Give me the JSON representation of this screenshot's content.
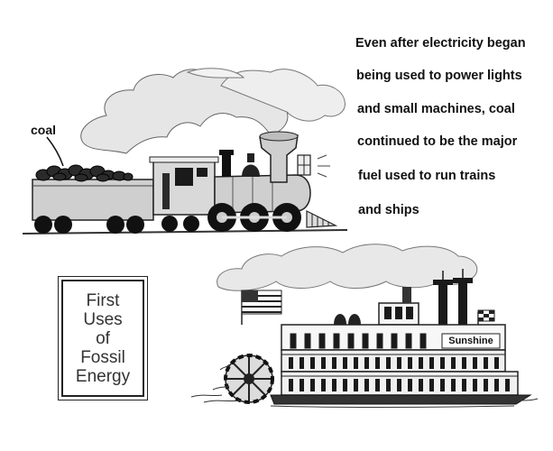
{
  "caption": {
    "lines": [
      "Even after electricity began",
      "being used to power lights",
      "and small machines, coal",
      "continued to be the major",
      "fuel used to run trains",
      "and ships"
    ]
  },
  "train": {
    "label": "coal"
  },
  "title_box": {
    "lines": [
      "First",
      "Uses",
      "of",
      "Fossil",
      "Energy"
    ]
  },
  "steamboat": {
    "name": "Sunshine"
  }
}
